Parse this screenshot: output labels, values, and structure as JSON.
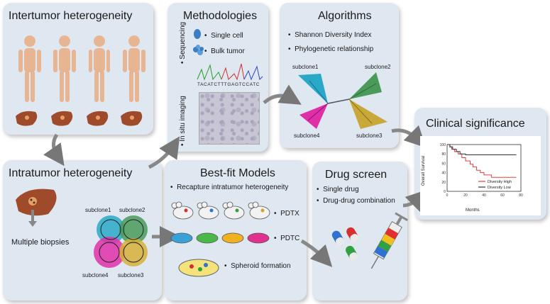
{
  "panels": {
    "intertumor": {
      "title": "Intertumor heterogeneity"
    },
    "methodologies": {
      "title": "Methodologies",
      "single_cell": "Single cell",
      "bulk_tumor": "Bulk tumor",
      "sequencing": "Sequencing",
      "in_situ": "In situ imaging",
      "dna_sequence": "TACATCTTTGAGTCCATC"
    },
    "algorithms": {
      "title": "Algorithms",
      "items": [
        "Shannon Diversity Index",
        "Phylogenetic relationship"
      ],
      "subclones": [
        "subclone1",
        "subclone2",
        "subclone3",
        "subclone4"
      ]
    },
    "clinical": {
      "title": "Clinical significance",
      "ylabel": "Overall Survival",
      "xlabel": "Months",
      "legend": [
        "Diversity High",
        "Diversity Low"
      ]
    },
    "intratumor": {
      "title": "Intratumor heterogeneity",
      "multiple_biopsies": "Multiple biopsies",
      "subclones": [
        "subclone1",
        "subclone2",
        "subclone3",
        "subclone4"
      ]
    },
    "bestfit": {
      "title": "Best-fit Models",
      "item": "Recapture intratumor heterogeneity",
      "pdtx": "PDTX",
      "pdtc": "PDTC",
      "spheroid": "Spheroid formation"
    },
    "drug": {
      "title": "Drug screen",
      "items": [
        "Single drug",
        "Drug-drug combination"
      ]
    }
  },
  "chart_data": {
    "type": "line",
    "xlabel": "Months",
    "ylabel": "Overall Survival",
    "x_ticks": [
      0,
      20,
      40,
      60,
      80
    ],
    "y_ticks": [
      0,
      20,
      40,
      60,
      80,
      100
    ],
    "xlim": [
      0,
      80
    ],
    "ylim": [
      0,
      100
    ],
    "series": [
      {
        "name": "Diversity High",
        "color": "#e04040",
        "x": [
          0,
          3,
          5,
          8,
          12,
          16,
          20,
          25,
          28,
          32,
          36,
          40,
          48,
          60,
          75
        ],
        "y": [
          100,
          95,
          90,
          85,
          80,
          72,
          65,
          58,
          52,
          45,
          40,
          35,
          30,
          30,
          30
        ]
      },
      {
        "name": "Diversity Low",
        "color": "#333333",
        "x": [
          0,
          3,
          6,
          10,
          14,
          20,
          30,
          50,
          75
        ],
        "y": [
          100,
          95,
          90,
          85,
          80,
          78,
          78,
          78,
          78
        ]
      }
    ]
  }
}
